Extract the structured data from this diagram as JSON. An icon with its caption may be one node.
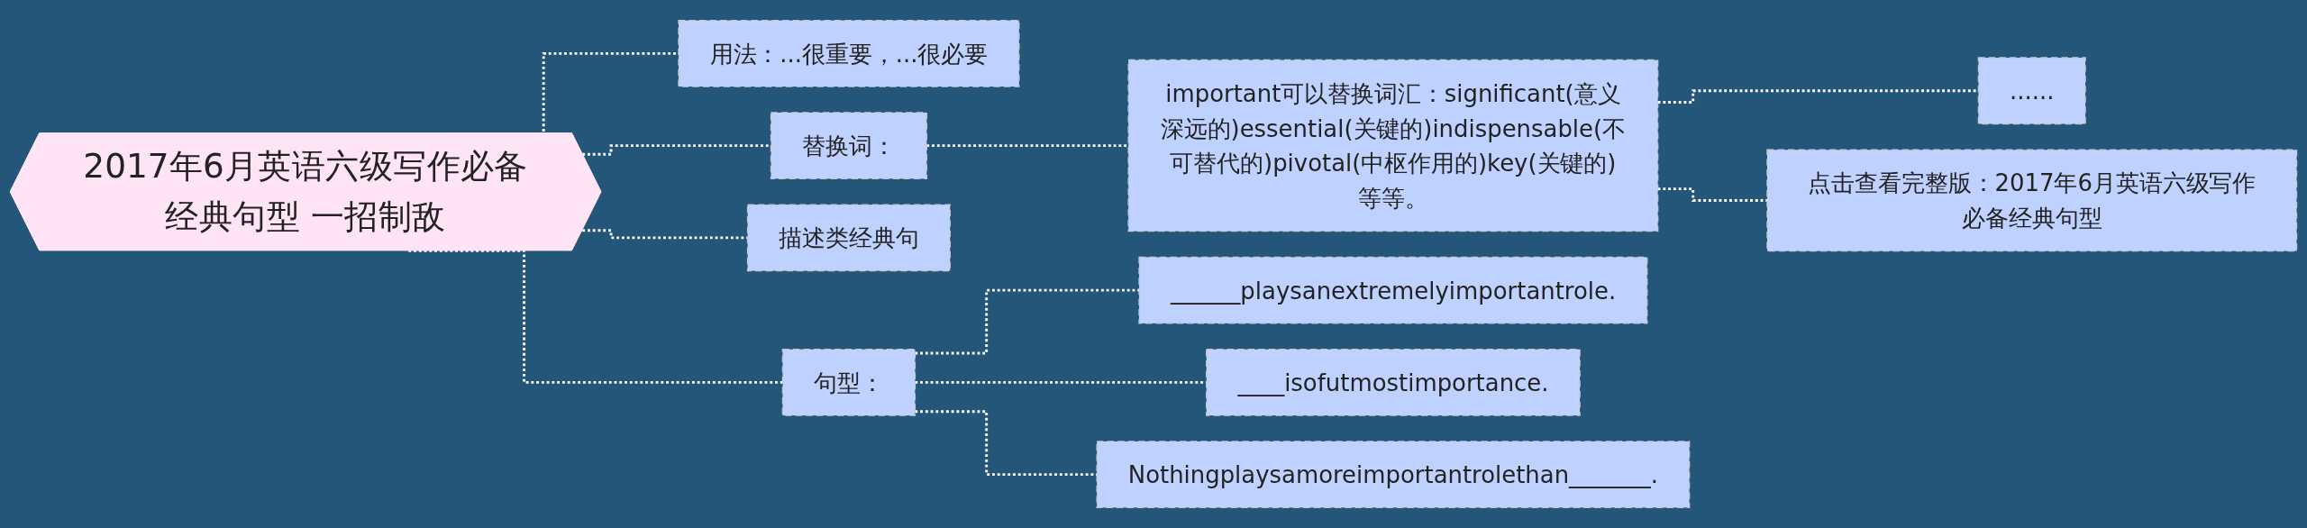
{
  "diagram": {
    "nodes": [
      {
        "text": [
          "2017年6月英语六级写作必备经典句型 一招制敌"
        ]
      },
      {
        "text": [
          "用法：...很重要，...很必要"
        ]
      },
      {
        "text": [
          "替换词："
        ]
      },
      {
        "text": [
          "important可以替换词汇：significant(意义深远的)essential(关键的)indispensable(不可替代的)pivotal(中枢作用的)key(关键的)等等。"
        ]
      },
      {
        "text": [
          "......"
        ]
      },
      {
        "text": [
          "点击查看完整版：2017年6月英语六级写作必备经典句型"
        ]
      },
      {
        "text": [
          "描述类经典句"
        ]
      },
      {
        "text": [
          "句型："
        ]
      },
      {
        "text": [
          "______playsanextremelyimportantrole."
        ]
      },
      {
        "text": [
          "____isofutmostimportance."
        ]
      },
      {
        "text": [
          "Nothingplaysamoreimportantrolethan_______."
        ]
      }
    ],
    "edges": [
      {
        "from": 0,
        "to": 1,
        "arrow": "none",
        "style": "dashed"
      },
      {
        "from": 0,
        "to": 2,
        "arrow": "none",
        "style": "dashed"
      },
      {
        "from": 2,
        "to": 3,
        "arrow": "none",
        "style": "dashed"
      },
      {
        "from": 3,
        "to": 4,
        "arrow": "none",
        "style": "dashed"
      },
      {
        "from": 3,
        "to": 5,
        "arrow": "none",
        "style": "dashed"
      },
      {
        "from": 0,
        "to": 6,
        "arrow": "none",
        "style": "dashed"
      },
      {
        "from": 0,
        "to": 7,
        "arrow": "none",
        "style": "dashed"
      },
      {
        "from": 7,
        "to": 8,
        "arrow": "none",
        "style": "dashed"
      },
      {
        "from": 7,
        "to": 9,
        "arrow": "none",
        "style": "dashed"
      },
      {
        "from": 7,
        "to": 10,
        "arrow": "none",
        "style": "dashed"
      }
    ]
  }
}
